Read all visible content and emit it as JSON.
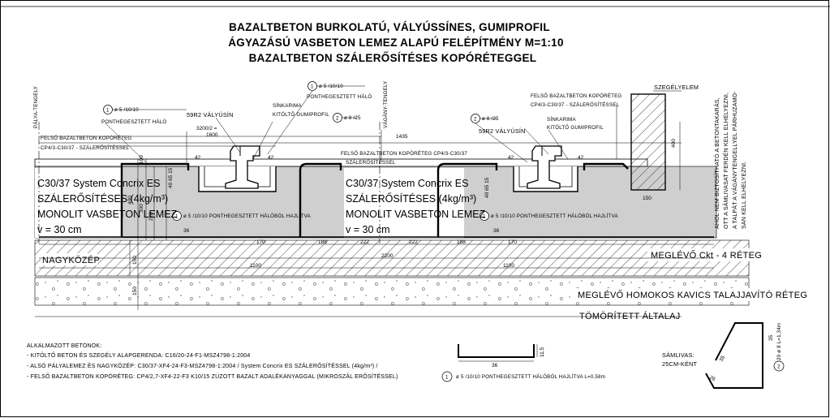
{
  "title": {
    "line1": "BAZALTBETON BURKOLATÚ, VÁLYÚSSÍNES, GUMIPROFIL",
    "line2": "ÁGYAZÁSÚ VASBETON LEMEZ ALAPÚ FELÉPÍTMÉNY M=1:10",
    "line3": "BAZALTBETON SZÁLERŐSÍTÉSES KOPÓRÉTEGGEL"
  },
  "labels": {
    "palya_tengely": "PÁLYA-TENGELY",
    "vagany_tengely": "VÁGÁNY-TENGELY",
    "szegelyelem": "SZEGÉLYELEM",
    "vert_note": [
      "AHOL NEM BIZTOSÍTHATÓ A BETONTAKARÁS,",
      "OTT A SÁMLIVASAT FERDÉN KELL ELHELYEZNI,",
      "A TALPÁT A VÁGÁNYTENGELLYEL PÁRHUZAMO-",
      "SAN KELL ELHELYEZNI."
    ],
    "halo_1": "ø 5 /10/10",
    "halo_1_text": "PONTHEGESZTETT HÁLÓ",
    "halo_2": "ø 5 /10/10",
    "halo_2_text": "PONTHEGESZTETT HÁLÓ",
    "rebar_2": "ø 8 /25",
    "rebar_2b": "ø 8 /25",
    "valyusin": "59R2 VÁLYÚSÍN",
    "sinkarima_1": "SÍNKARIMA",
    "sinkarima_2": "KITÖLTŐ GUMIPROFIL",
    "kopo_1": "FELSŐ BAZALTBETON KOPÓRÉTEG",
    "kopo_2": "CP4/3-C30/37 - SZÁLERŐSÍTÉSSEL",
    "kopo_mid": "FELSŐ BAZALTBETON KOPÓRÉTEG CP4/3-C30/37",
    "kopo_mid2": "SZÁLERŐSÍTÉSSEL",
    "slab_lines": [
      "C30/37 System Concrix ES",
      "SZÁLERŐSÍTÉSES (4kg/m³)",
      "MONOLIT VASBETON LEMEZ",
      "v = 30 cm"
    ],
    "hajlitva": "ø 5 /10/10 PONTHEGESZTETT HÁLÓBÓL HAJLÍTVA",
    "nagykozep": "NAGYKÖZÉP",
    "meglevo_ckt": "MEGLÉVŐ Ckt - 4 RÉTEG",
    "kavics": "MEGLÉVŐ HOMOKOS KAVICS TALAJJAVÍTÓ RÉTEG",
    "altalaj": "TÖMÖRÍTETT ÁLTALAJ",
    "samlivas_1": "SÁMLIVAS:",
    "samlivas_2": "25CM-KÉNT",
    "samli_ref": "20 ø 8 L=1,34m",
    "hajlitva_bottom": "ø 5 /10/10 PONTHEGESZTETT HÁLÓBÓL HAJLÍTVA L=0,58m",
    "circle_1": "1",
    "circle_2": "2"
  },
  "dims": {
    "d3200": "3200/2 =",
    "d1600": "1600",
    "d1435": "1435",
    "d42": "42",
    "d100": "100",
    "d400": "400",
    "d300": "300",
    "d220": "220",
    "d4065": "40 65 15",
    "d36": "36",
    "d150": "150",
    "d170": "170",
    "d188": "188",
    "d222": "222",
    "d2200": "2200",
    "d1100": "1100",
    "d115": "11,5",
    "d35": "35",
    "d26": "26"
  },
  "notes": {
    "header": "ALKALMAZOTT BETONOK:",
    "line1": "- KITÖLTŐ BETON ÉS SZEGÉLY ALAPGERENDA: C16/20-24-F1-MSZ4798-1:2004",
    "line2": "- ALSÓ PÁLYALEMEZ ÉS NAGYKÖZÉP: C30/37-XF4-24-F3-MSZ4798-1:2004 / System Concrix ES SZÁLERŐSÍTÉSSEL (4kg/m³) /",
    "line3": "- FELSŐ BAZALTBETON KOPÓRÉTEG: CP4/2,7-XF4-22-F3 K10/15 ZÚZOTT BAZALT ADALÉKANYAGGAL (MIKROSZÁL ERŐSÍTÉSSEL)"
  }
}
